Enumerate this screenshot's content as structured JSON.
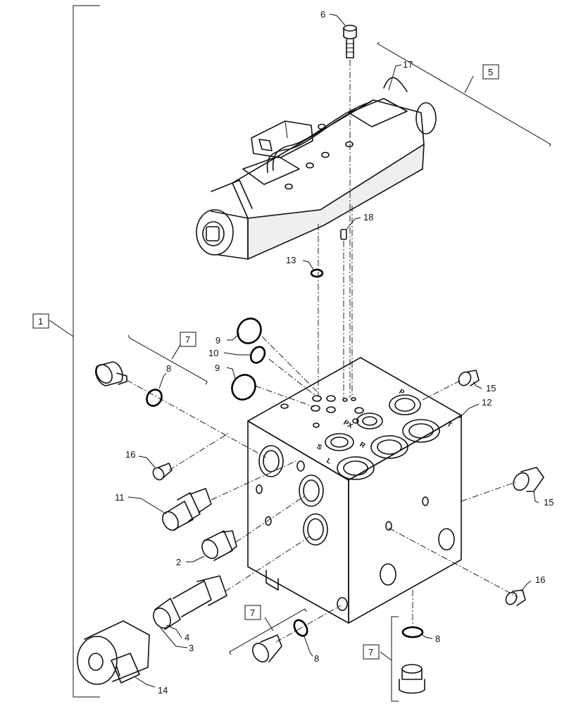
{
  "callouts": {
    "c1": "1",
    "c2": "2",
    "c3": "3",
    "c4": "4",
    "c5": "5",
    "c6": "6",
    "c7a": "7",
    "c7b": "7",
    "c7c": "7",
    "c8a": "8",
    "c8b": "8",
    "c8c": "8",
    "c9a": "9",
    "c9b": "9",
    "c10": "10",
    "c11": "11",
    "c12": "12",
    "c13": "13",
    "c14": "14",
    "c15a": "15",
    "c15b": "15",
    "c16a": "16",
    "c16b": "16",
    "c17": "17",
    "c18": "18"
  },
  "port_marks": {
    "p": "P",
    "t": "T",
    "px": "PX",
    "r": "R",
    "s": "S",
    "l": "L"
  }
}
